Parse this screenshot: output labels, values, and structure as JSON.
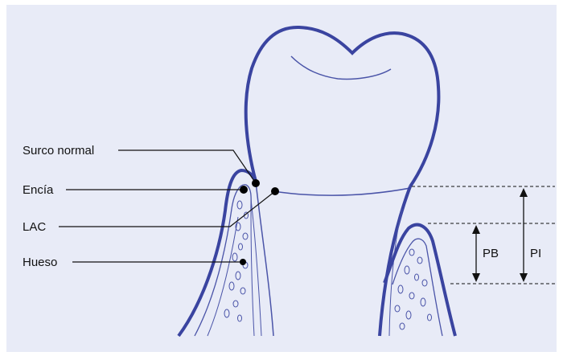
{
  "labels": {
    "surco_normal": "Surco normal",
    "encia": "Encía",
    "lac": "LAC",
    "hueso": "Hueso",
    "pb": "PB",
    "pi": "PI"
  },
  "colors": {
    "background": "#e8ebf7",
    "outline": "#3a44a0",
    "outline_thin": "#4a54a8",
    "leader_line": "#111111",
    "dot": "#000000"
  }
}
